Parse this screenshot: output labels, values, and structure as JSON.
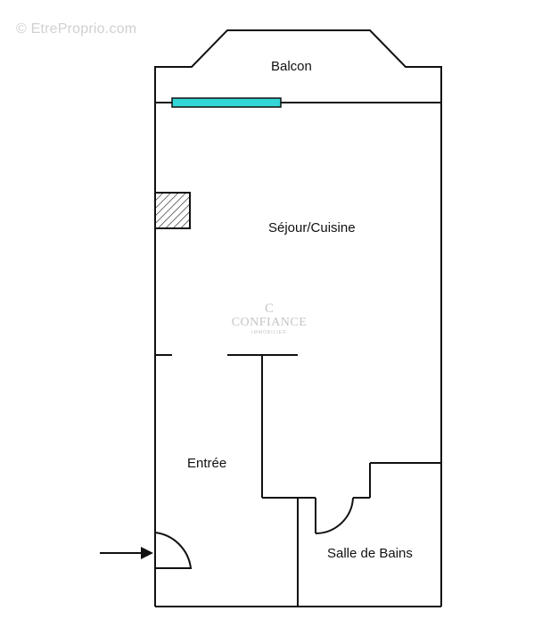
{
  "rooms": {
    "balcon": "Balcon",
    "sejour": "Séjour/Cuisine",
    "entree": "Entrée",
    "salle_de_bains": "Salle de Bains"
  },
  "watermarks": {
    "site": "© EtreProprio.com",
    "agency_logo": "C",
    "agency_name": "CONFIANCE",
    "agency_sub": "IMMOBILIER"
  },
  "colors": {
    "walls": "#111111",
    "window": "#33d6d6",
    "background": "#ffffff",
    "watermark": "#c8c8c8"
  }
}
